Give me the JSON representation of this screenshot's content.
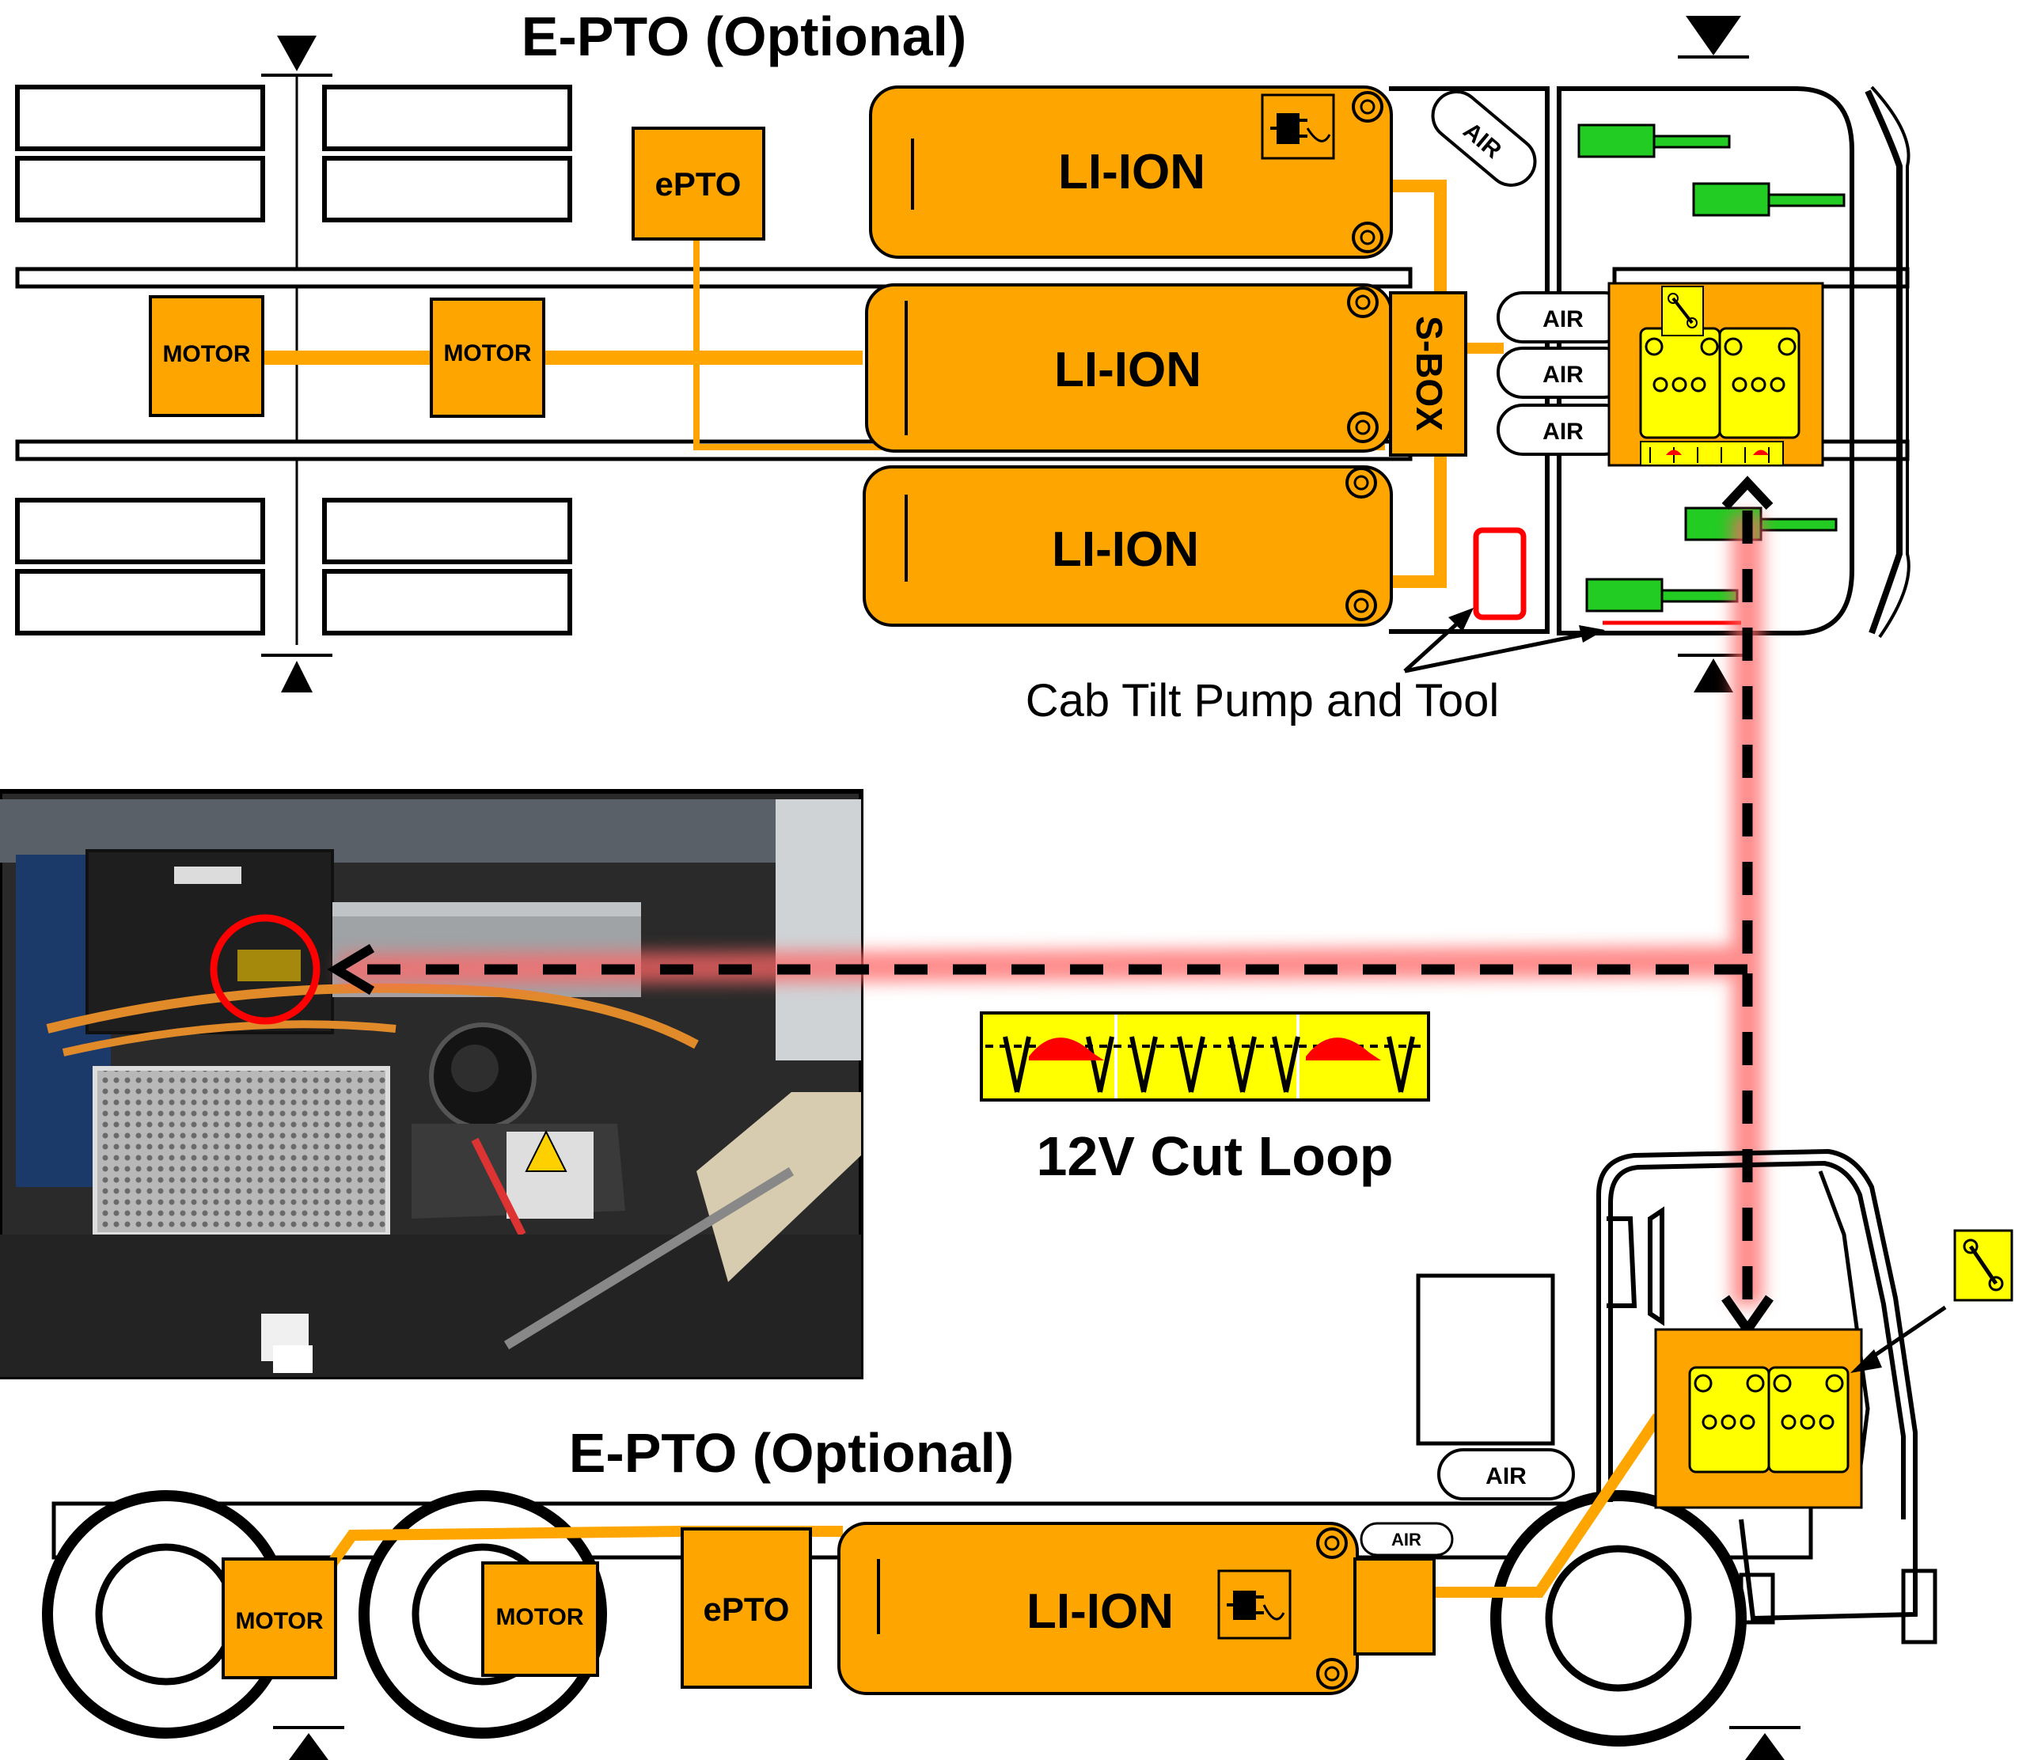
{
  "top_view": {
    "title": "E-PTO (Optional)",
    "battery_label": "LI-ION",
    "motor_label": "MOTOR",
    "epto_label": "ePTO",
    "sbox_label": "S-BOX",
    "air_label": "AIR",
    "cab_tilt_label": "Cab Tilt Pump and Tool"
  },
  "legend": {
    "cut_loop_label": "12V Cut Loop"
  },
  "side_view": {
    "title": "E-PTO (Optional)",
    "battery_label": "LI-ION",
    "motor_label": "MOTOR",
    "epto_label": "ePTO",
    "air_label": "AIR",
    "air_small_label": "AIR"
  },
  "colors": {
    "orange": "#FFA500",
    "yellow": "#FFFF00",
    "green": "#22CC22",
    "red": "#FF0000",
    "black": "#000000",
    "glow": "#FF6666"
  }
}
